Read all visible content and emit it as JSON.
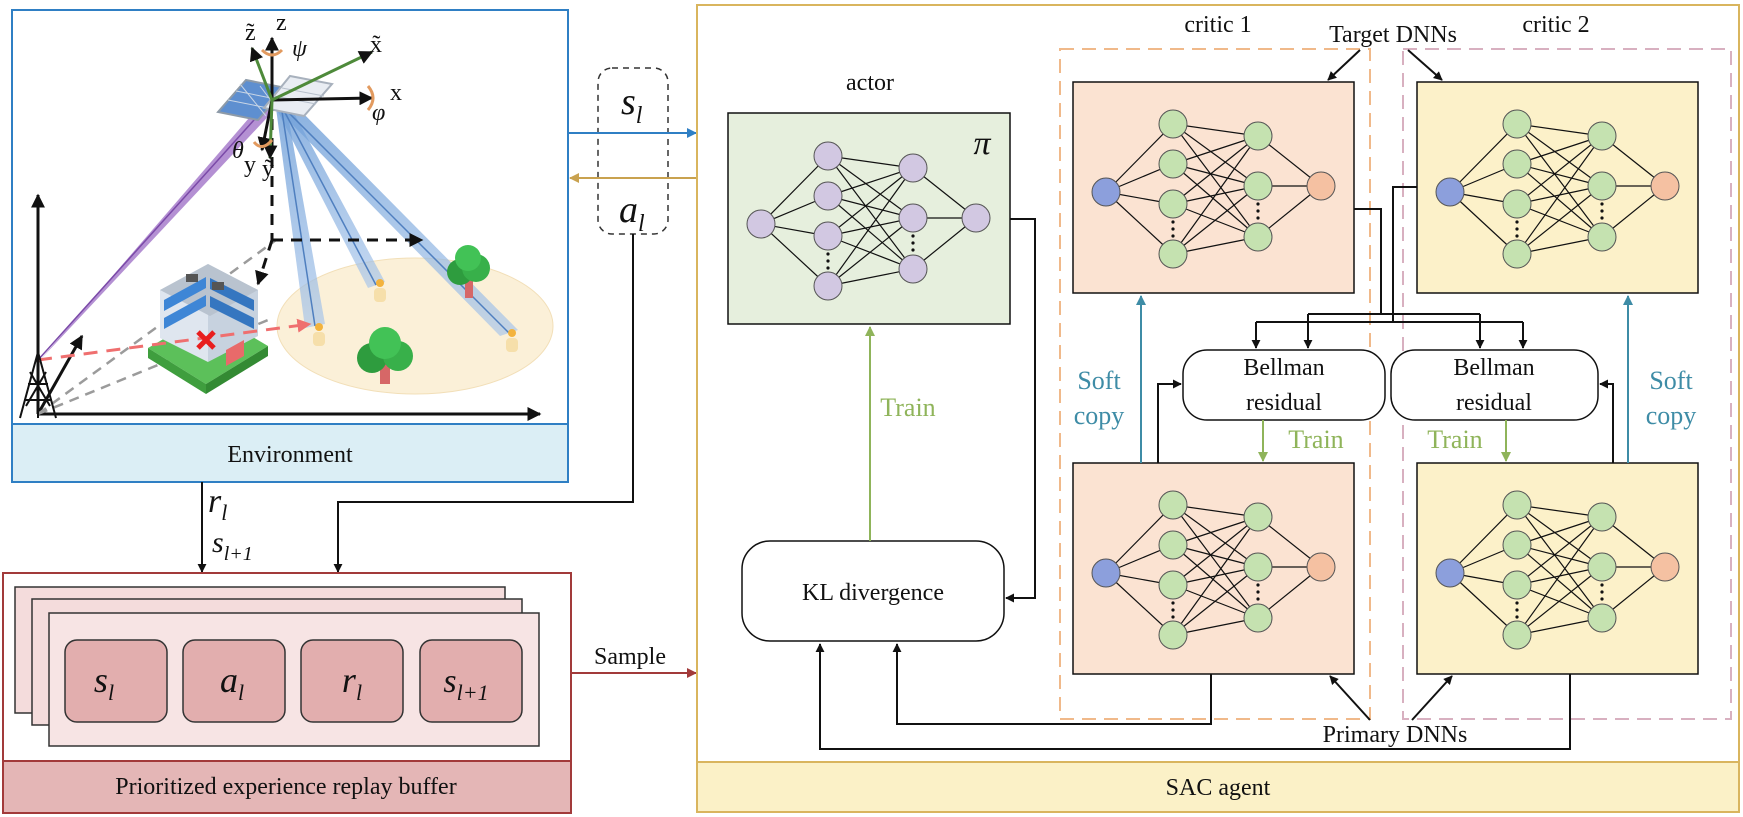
{
  "environment": {
    "label": "Environment"
  },
  "state_action": {
    "state": "s",
    "state_sub": "l",
    "action": "a",
    "action_sub": "l"
  },
  "reward": {
    "r": "r",
    "r_sub": "l",
    "s": "s",
    "s_sub": "l+1"
  },
  "buffer": {
    "label": "Prioritized experience replay buffer",
    "cells": [
      {
        "main": "s",
        "sub": "l"
      },
      {
        "main": "a",
        "sub": "l"
      },
      {
        "main": "r",
        "sub": "l"
      },
      {
        "main": "s",
        "sub": "l+1"
      }
    ]
  },
  "sample_label": "Sample",
  "agent": {
    "label": "SAC agent",
    "actor_label": "actor",
    "pi_symbol": "π",
    "critic1_label": "critic 1",
    "critic2_label": "critic 2",
    "target_label": "Target DNNs",
    "primary_label": "Primary DNNs",
    "bellman_line1": "Bellman",
    "bellman_line2": "residual",
    "kl_label": "KL divergence",
    "train_label": "Train",
    "soft_line1": "Soft",
    "soft_line2": "copy"
  },
  "axes": {
    "x": "x",
    "y": "y",
    "z": "z",
    "xt": "x̃",
    "yt": "ỹ",
    "zt": "z̃",
    "psi": "ψ",
    "phi": "φ",
    "theta": "θ"
  },
  "colors": {
    "env_border": "#2f7fc4",
    "env_label_bg": "#dbeef5",
    "buffer_border": "#a23a3a",
    "buffer_label_bg": "#e4b6b6",
    "buffer_page": "#f4dcdc",
    "buffer_cell": "#e2aeae",
    "agent_border": "#d9b55e",
    "agent_label_bg": "#fbf1c7",
    "actor_bg": "#e6efdd",
    "critic1_bg": "#fbe3d2",
    "critic2_bg": "#fcf1c9",
    "node_purple": "#d2c8e2",
    "node_green": "#c5e2b0",
    "node_blue": "#8c9fdc",
    "node_orange": "#f5c1a2",
    "train_green": "#8fb45a",
    "soft_teal": "#3e8ca6",
    "critic1_dash": "#f0b98a",
    "critic2_dash": "#d8b0c0",
    "state_arrow": "#2f7fc4",
    "action_arrow": "#c9a24f",
    "sample_arrow": "#a23a3a"
  }
}
